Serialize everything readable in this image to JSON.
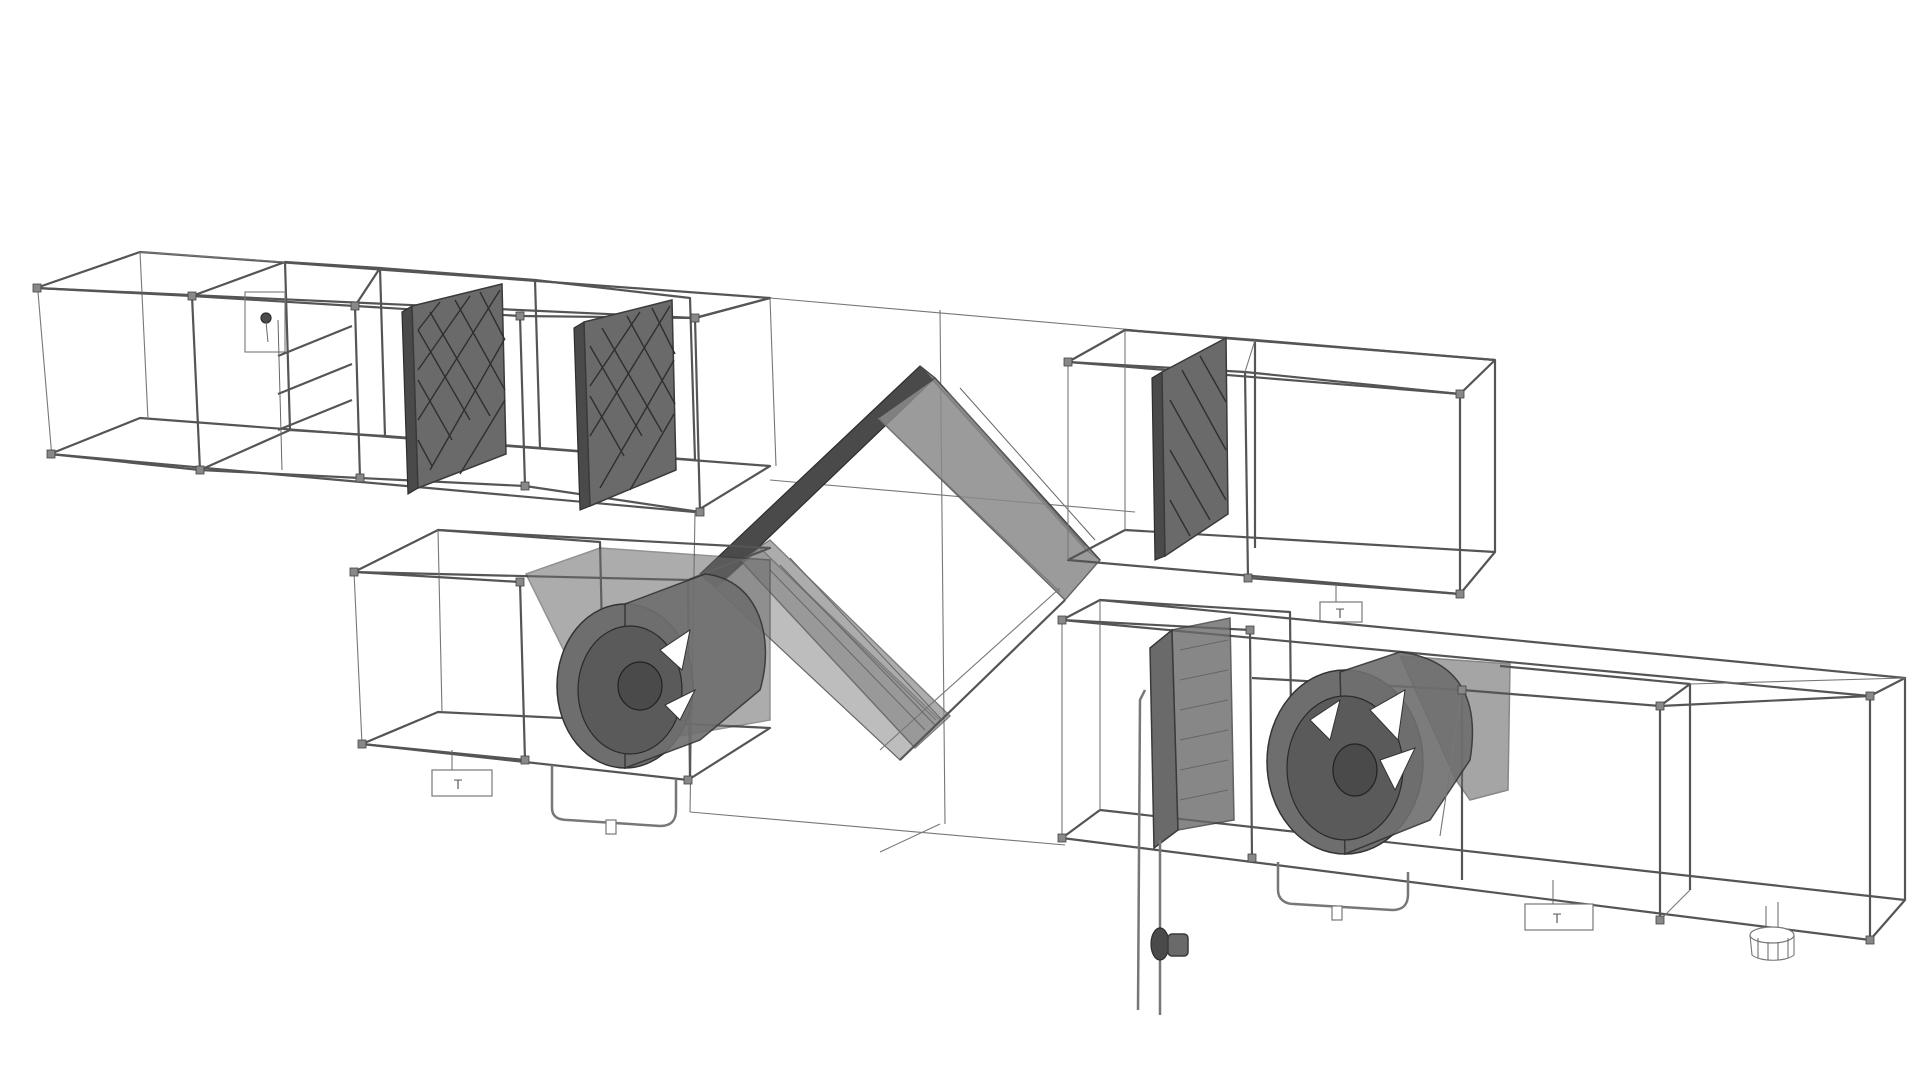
{
  "diagram": {
    "type": "3D wireframe render",
    "subject": "Air handling unit with plate heat exchanger",
    "background_color": "#ffffff",
    "line_color": "#555555",
    "component_fill_color": "#6a6a6a"
  },
  "upper_section": {
    "components": [
      {
        "id": "empty-module-1",
        "kind": "empty casing module"
      },
      {
        "id": "damper-module",
        "kind": "damper with actuator"
      },
      {
        "id": "filter-1",
        "kind": "panel filter"
      },
      {
        "id": "filter-2",
        "kind": "panel filter"
      },
      {
        "id": "filter-3",
        "kind": "panel filter (right upper)"
      },
      {
        "id": "empty-module-2",
        "kind": "empty casing module (right upper)"
      }
    ]
  },
  "lower_section": {
    "components": [
      {
        "id": "empty-module-3",
        "kind": "empty casing module"
      },
      {
        "id": "fan-1",
        "kind": "plenum fan"
      },
      {
        "id": "coil-1",
        "kind": "heating/cooling coil"
      },
      {
        "id": "fan-2",
        "kind": "plenum fan"
      },
      {
        "id": "empty-module-4",
        "kind": "empty casing module"
      },
      {
        "id": "empty-module-5",
        "kind": "empty casing module"
      }
    ]
  },
  "heat_exchanger": {
    "kind": "cross-flow plate heat exchanger"
  },
  "sensors": [
    {
      "id": "sensor-1",
      "label": "T"
    },
    {
      "id": "sensor-2",
      "label": "T"
    },
    {
      "id": "sensor-3",
      "label": "T"
    }
  ],
  "accessories": [
    {
      "id": "drain-1",
      "kind": "condensate drain"
    },
    {
      "id": "drain-2",
      "kind": "condensate drain"
    },
    {
      "id": "coil-piping",
      "kind": "coil supply/return pipes with valve"
    },
    {
      "id": "humidifier-nozzle",
      "kind": "round drain/nozzle fitting"
    }
  ]
}
